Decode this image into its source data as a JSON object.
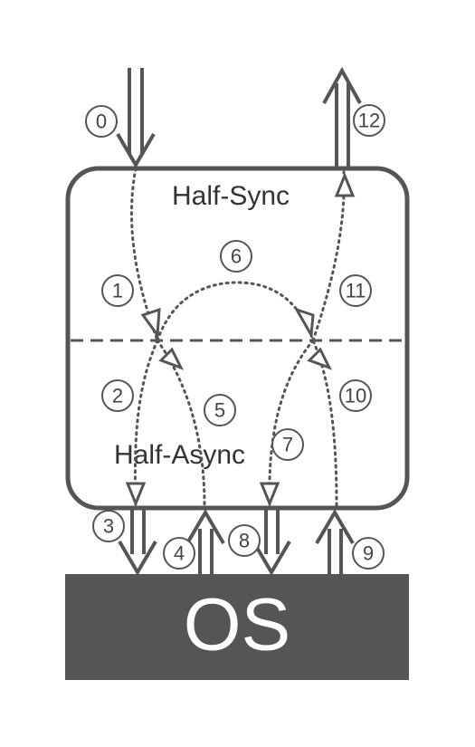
{
  "diagram": {
    "layers": {
      "top": "Half-Sync",
      "bottom": "Half-Async"
    },
    "os": "OS",
    "steps": [
      "0",
      "1",
      "2",
      "3",
      "4",
      "5",
      "6",
      "7",
      "8",
      "9",
      "10",
      "11",
      "12"
    ],
    "colors": {
      "stroke": "#555555",
      "os_fill": "#555555",
      "os_text": "#ffffff",
      "path": "#555555"
    }
  }
}
